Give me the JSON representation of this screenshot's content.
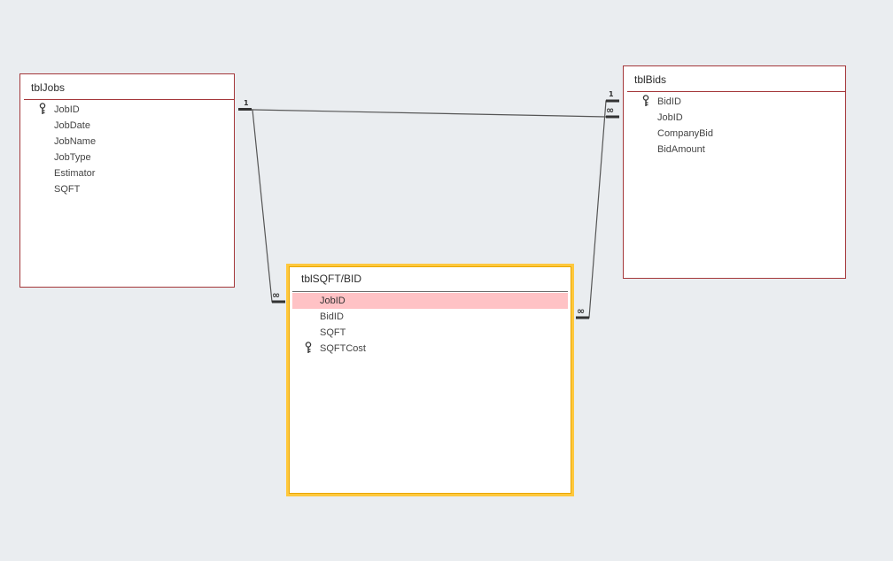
{
  "tables": {
    "jobs": {
      "title": "tblJobs",
      "fields": [
        {
          "name": "JobID",
          "primary_key": true
        },
        {
          "name": "JobDate",
          "primary_key": false
        },
        {
          "name": "JobName",
          "primary_key": false
        },
        {
          "name": "JobType",
          "primary_key": false
        },
        {
          "name": "Estimator",
          "primary_key": false
        },
        {
          "name": "SQFT",
          "primary_key": false
        }
      ]
    },
    "bids": {
      "title": "tblBids",
      "fields": [
        {
          "name": "BidID",
          "primary_key": true
        },
        {
          "name": "JobID",
          "primary_key": false
        },
        {
          "name": "CompanyBid",
          "primary_key": false
        },
        {
          "name": "BidAmount",
          "primary_key": false
        }
      ]
    },
    "sqft_bid": {
      "title": "tblSQFT/BID",
      "selected": true,
      "highlighted_field": "JobID",
      "fields": [
        {
          "name": "JobID",
          "primary_key": false
        },
        {
          "name": "BidID",
          "primary_key": false
        },
        {
          "name": "SQFT",
          "primary_key": false
        },
        {
          "name": "SQFTCost",
          "primary_key": true
        }
      ]
    }
  },
  "relationships": [
    {
      "from": "tblJobs.JobID",
      "to": "tblBids.JobID",
      "from_cardinality": "1",
      "to_cardinality": "∞"
    },
    {
      "from": "tblJobs.JobID",
      "to": "tblSQFT/BID.JobID",
      "from_cardinality": "1",
      "to_cardinality": "∞"
    },
    {
      "from": "tblBids.BidID",
      "to": "tblSQFT/BID.BidID",
      "from_cardinality": "1",
      "to_cardinality": "∞"
    }
  ],
  "cardinality_labels": {
    "one": "1",
    "many": "∞"
  },
  "colors": {
    "canvas_bg": "#eaedf0",
    "table_border": "#a4373a",
    "selected_border": "#ffc83d",
    "highlight_row": "#ffc2c5",
    "line": "#555555"
  },
  "icons": {
    "primary_key": "key-icon"
  }
}
